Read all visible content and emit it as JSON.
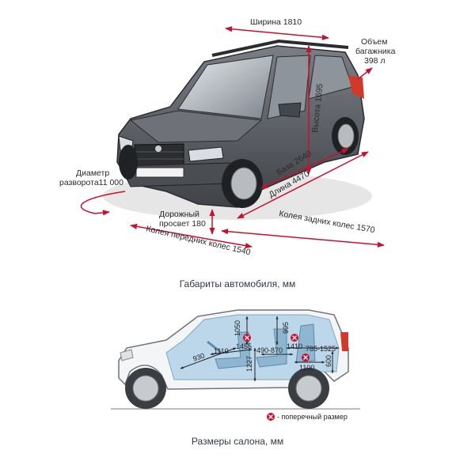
{
  "exterior": {
    "width": "Ширина 1810",
    "trunk_line1": "Объем",
    "trunk_line2": "багажника",
    "trunk_line3": "398 л",
    "height": "Высота 1695",
    "wheelbase": "База 2640",
    "length": "Длина 4470",
    "turning_line1": "Диаметр",
    "turning_line2": "разворота11 000",
    "clearance_line1": "Дорожный",
    "clearance_line2": "просвет 180",
    "rear_track": "Колея задних колес 1570",
    "front_track": "Колея передних колес 1540",
    "caption": "Габариты автомобиля, мм"
  },
  "interior": {
    "d1050": "1050",
    "d1455": "1455",
    "d930": "930",
    "d1110": "1110",
    "d1227": "1227",
    "d490_870": "490-870",
    "d995": "995",
    "d1410": "1410",
    "d785_1525": "785-1525",
    "d1100": "1100",
    "d600": "600",
    "legend": "- поперечный размер",
    "caption": "Размеры салона, мм"
  },
  "colors": {
    "annotation": "#c8102e",
    "car_body": "#5b5e63",
    "cabin_fill": "#bcd7ea"
  }
}
